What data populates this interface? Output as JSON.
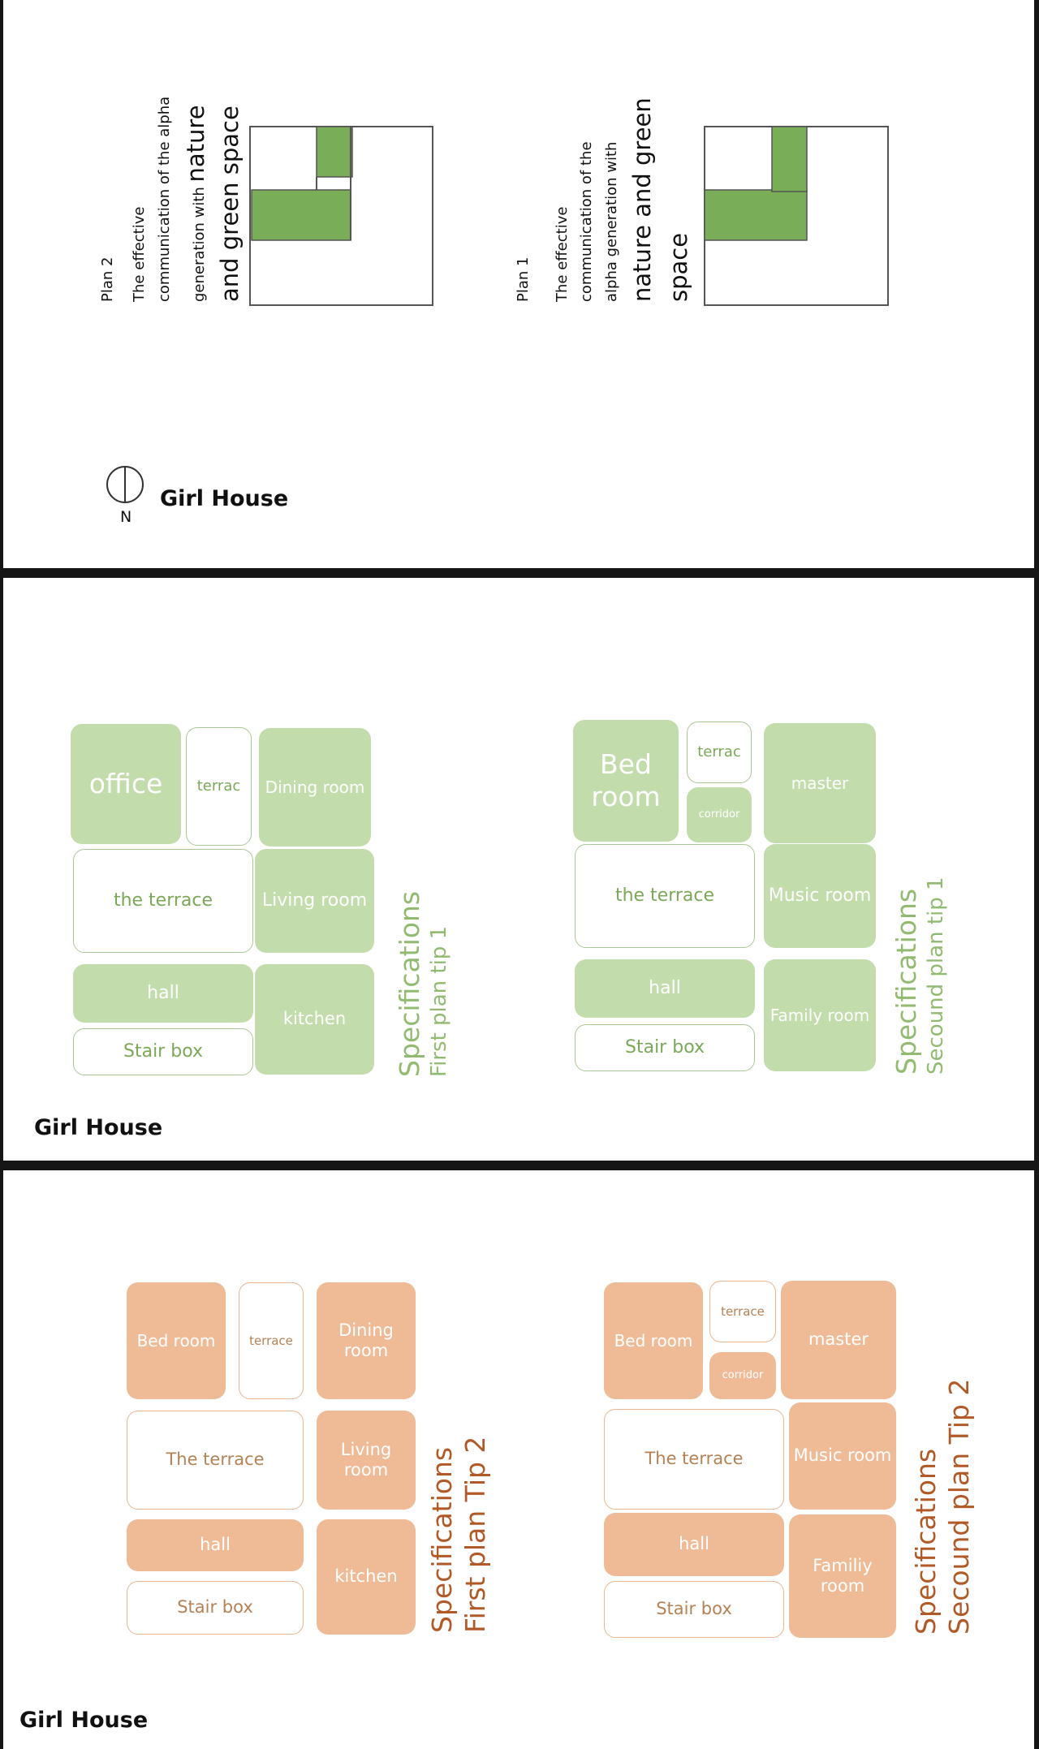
{
  "colors": {
    "green": "#c2dcac",
    "dark_green": "#79ad57",
    "orange": "#efbb96"
  },
  "panel1": {
    "plan2": {
      "label": "Plan 2",
      "line1": "The effective",
      "line2": "communication of the alpha",
      "line3a": "generation with ",
      "line3b": "nature",
      "line4": "and green space"
    },
    "plan1": {
      "label": "Plan 1",
      "line1": "The effective",
      "line2": "communication of the",
      "line3": "alpha generation with",
      "line4": "nature and green",
      "line5": "space"
    },
    "compass_label": "N",
    "title": "Girl House",
    "compass_icon": "north-arrow-icon"
  },
  "panel2": {
    "title": "Girl House",
    "first": {
      "spec_title": "Specifications",
      "spec_subtitle": "First plan tip 1",
      "rooms": {
        "office": "office",
        "terrac": "terrac",
        "dining": "Dining room",
        "the_terrace": "the terrace",
        "living": "Living room",
        "hall": "hall",
        "kitchen": "kitchen",
        "stair": "Stair box"
      }
    },
    "second": {
      "spec_title": "Specifications",
      "spec_subtitle": "Secound plan tip 1",
      "rooms": {
        "bed": "Bed room",
        "terrac": "terrac",
        "corridor": "corridor",
        "master": "master",
        "the_terrace": "the terrace",
        "music": "Music room",
        "hall": "hall",
        "family": "Family room",
        "stair": "Stair box"
      }
    }
  },
  "panel3": {
    "title": "Girl House",
    "first": {
      "spec_title": "Specifications",
      "spec_subtitle": "First plan Tip 2",
      "rooms": {
        "bed": "Bed room",
        "terrace": "terrace",
        "dining": "Dining room",
        "the_terrace": "The terrace",
        "living": "Living room",
        "hall": "hall",
        "kitchen": "kitchen",
        "stair": "Stair box"
      }
    },
    "second": {
      "spec_title": "Specifications",
      "spec_subtitle": "Secound plan Tip 2",
      "rooms": {
        "bed": "Bed room",
        "terrace": "terrace",
        "corridor": "corridor",
        "master": "master",
        "the_terrace": "The terrace",
        "music": "Music room",
        "hall": "hall",
        "family": "Familiy room",
        "stair": "Stair box"
      }
    }
  }
}
